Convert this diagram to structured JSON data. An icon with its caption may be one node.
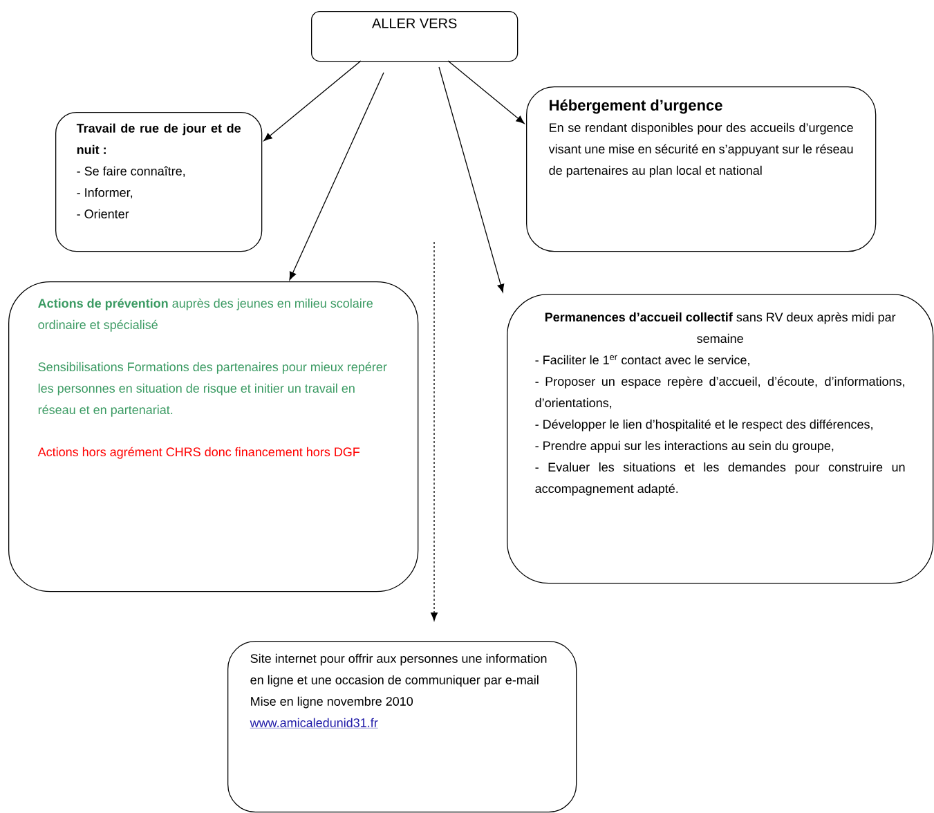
{
  "diagram": {
    "nodes": [
      {
        "text": [
          "ALLER VERS"
        ]
      },
      {
        "text": [
          "Travail de rue de jour et de nuit :",
          "- Se faire connaître,",
          "- Informer,",
          "- Orienter"
        ]
      },
      {
        "text": [
          "Hébergement d’urgence",
          "En se rendant disponibles pour des accueils d’urgence visant une mise en sécurité en s’appuyant sur le réseau de partenaires au plan local et national"
        ]
      },
      {
        "text": [
          "**Actions de prévention** auprès des jeunes en milieu scolaire ordinaire et spécialisé",
          "Sensibilisations Formations des partenaires pour mieux repérer les personnes en situation de risque et initier un travail en réseau et en partenariat.",
          "Actions hors agrément CHRS donc financement hors DGF"
        ]
      },
      {
        "text": [
          "**Permanences d’accueil collectif** sans RV deux après midi par semaine",
          "- Faciliter le 1$^{er}$ contact avec le service,",
          "- Proposer un espace repère d’accueil, d’écoute, d’informations, d’orientations,",
          "- Développer le lien d’hospitalité et le respect des différences,",
          "- Prendre appui sur les interactions au sein du groupe,",
          "- Evaluer les situations et les demandes pour construire un accompagnement adapté."
        ]
      },
      {
        "text": [
          "Site internet pour offrir aux personnes une information en ligne et une occasion de communiquer par e-mail",
          "Mise en ligne novembre 2010",
          "www.amicaledunid31.fr"
        ]
      }
    ],
    "edges": [
      {
        "from": 0,
        "to": 1,
        "arrow": "to"
      },
      {
        "from": 0,
        "to": 3,
        "arrow": "to"
      },
      {
        "from": 0,
        "to": 4,
        "arrow": "to"
      },
      {
        "from": 0,
        "to": 2,
        "arrow": "to"
      },
      {
        "from": null,
        "to": 5,
        "arrow": "to",
        "style": "dashed"
      }
    ]
  }
}
